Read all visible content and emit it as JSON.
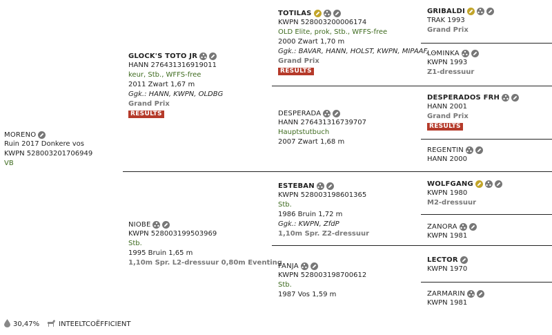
{
  "subject": {
    "name": "MORENO",
    "line1": "Ruin 2017 Donkere vos",
    "line2": "KWPN 528003201706949",
    "line3": "VB"
  },
  "sire": {
    "name": "GLOCK'S TOTO JR",
    "reg": "HANN 276431316919011",
    "pred": "keur, Stb., ",
    "pred_green": "WFFS-free",
    "info": "2011 Zwart 1,67 m",
    "ggk": "Ggk.: HANN, KWPN, OLDBG",
    "sport": "Grand Prix",
    "results": "RESULTS"
  },
  "dam": {
    "name": "NIOBE",
    "reg": "KWPN 528003199503969",
    "pred": "Stb.",
    "info": "1995 Bruin 1,65 m",
    "sport": "1,10m Spr. L2-dressuur 0,80m Eventing"
  },
  "ss": {
    "name": "TOTILAS",
    "reg": "KWPN 528003200006174",
    "pred": "OLD Elite, prok, Stb., WFFS-free",
    "info": "2000 Zwart 1,70 m",
    "ggk": "Ggk.: BAVAR, HANN, HOLST, KWPN, MIPAAF, ...",
    "sport": "Grand Prix",
    "results": "RESULTS"
  },
  "sd": {
    "name": "DESPERADA",
    "reg": "HANN 276431316739707",
    "pred": "Hauptstutbuch",
    "info": "2007 Zwart 1,68 m"
  },
  "ds": {
    "name": "ESTEBAN",
    "reg": "KWPN 528003198601365",
    "pred": "Stb.",
    "info": "1986 Bruin 1,72 m",
    "ggk": "Ggk.: KWPN, ZfdP",
    "sport": "1,10m Spr. Z2-dressuur"
  },
  "dd": {
    "name": "FANJA",
    "reg": "KWPN 528003198700612",
    "pred": "Stb.",
    "info": "1987 Vos 1,59 m"
  },
  "sss": {
    "name": "GRIBALDI",
    "reg": "TRAK 1993",
    "sport": "Grand Prix"
  },
  "ssd": {
    "name": "LOMINKA",
    "reg": "KWPN 1993",
    "sport": "Z1-dressuur"
  },
  "sds": {
    "name": "DESPERADOS FRH",
    "reg": "HANN 2001",
    "sport": "Grand Prix",
    "results": "RESULTS"
  },
  "sdd": {
    "name": "REGENTIN",
    "reg": "HANN 2000"
  },
  "dss": {
    "name": "WOLFGANG",
    "reg": "KWPN 1980",
    "sport": "M2-dressuur"
  },
  "dsd": {
    "name": "ZANORA",
    "reg": "KWPN 1981"
  },
  "dds": {
    "name": "LECTOR",
    "reg": "KWPN 1970"
  },
  "ddd": {
    "name": "ZARMARIN",
    "reg": "KWPN 1981"
  },
  "footer": {
    "percent": "30,47%",
    "label": "INTEELTCOËFFICIENT"
  },
  "colors": {
    "green": "#3d6a1e",
    "results_red": "#b53a2a",
    "gold_icon": "#c2a52a",
    "grey_icon": "#777777"
  },
  "icons": [
    "pencil-icon",
    "family-tree-icon",
    "gold-pencil-icon",
    "drop-icon",
    "horse-icon"
  ]
}
